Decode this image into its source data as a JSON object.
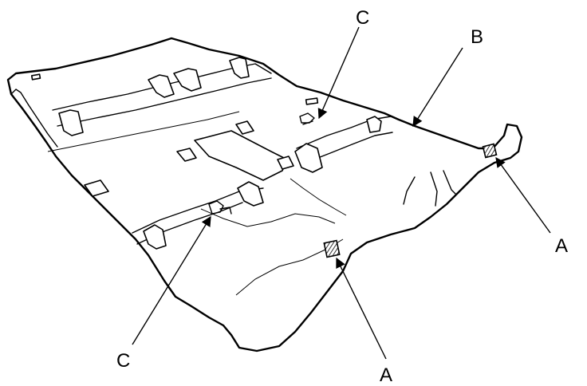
{
  "diagram": {
    "callouts": {
      "a_right": "A",
      "a_bottom": "A",
      "b_top": "B",
      "c_top": "C",
      "c_bottom": "C"
    }
  }
}
